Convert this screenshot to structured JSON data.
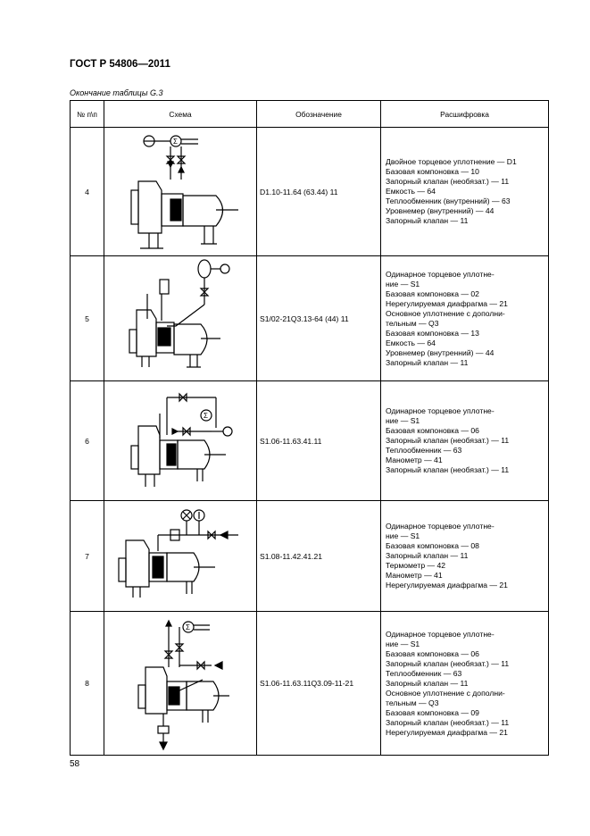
{
  "doc": {
    "title": "ГОСТ Р 54806—2011",
    "caption": "Окончание таблицы G.3",
    "page_number": "58"
  },
  "table": {
    "headers": [
      "№ п\\п",
      "Схема",
      "Обозначение",
      "Расшифровка"
    ],
    "rows": [
      {
        "num": "4",
        "code": "D1.10-11.64 (63.44) 11",
        "lines": [
          "Двойное торцевое уплотнение — D1",
          "Базовая компоновка — 10",
          "Запорный клапан (необязат.) — 11",
          "Емкость — 64",
          "Теплообменник (внутренний) — 63",
          "Уровнемер (внутренний) — 44",
          "Запорный клапан — 11"
        ]
      },
      {
        "num": "5",
        "code": "S1/02-21Q3.13-64 (44) 11",
        "lines": [
          "Одинарное торцевое уплотне-",
          "ние — S1",
          "Базовая компоновка — 02",
          "Нерегулируемая диафрагма — 21",
          "Основное уплотнение с дополни-",
          "тельным — Q3",
          "Базовая компоновка — 13",
          "Емкость — 64",
          "Уровнемер (внутренний) — 44",
          "Запорный клапан — 11"
        ]
      },
      {
        "num": "6",
        "code": "S1.06-11.63.41.11",
        "lines": [
          "Одинарное торцевое уплотне-",
          "ние — S1",
          "Базовая компоновка — 06",
          "Запорный клапан (необязат.) — 11",
          "Теплообменник — 63",
          "Манометр — 41",
          "Запорный клапан (необязат.) — 11"
        ]
      },
      {
        "num": "7",
        "code": "S1.08-11.42.41.21",
        "lines": [
          "Одинарное торцевое уплотне-",
          "ние — S1",
          "Базовая компоновка — 08",
          "Запорный клапан — 11",
          "Термометр — 42",
          "Манометр — 41",
          "Нерегулируемая диафрагма — 21"
        ]
      },
      {
        "num": "8",
        "code": "S1.06-11.63.11Q3.09-11-21",
        "lines": [
          "Одинарное торцевое уплотне-",
          "ние — S1",
          "Базовая компоновка — 06",
          "Запорный клапан (необязат.) — 11",
          "Теплообменник — 63",
          "Запорный клапан — 11",
          "Основное уплотнение с дополни-",
          "тельным — Q3",
          "Базовая компоновка — 09",
          "Запорный клапан (необязат.) — 11",
          "Нерегулируемая диафрагма — 21"
        ]
      }
    ]
  }
}
